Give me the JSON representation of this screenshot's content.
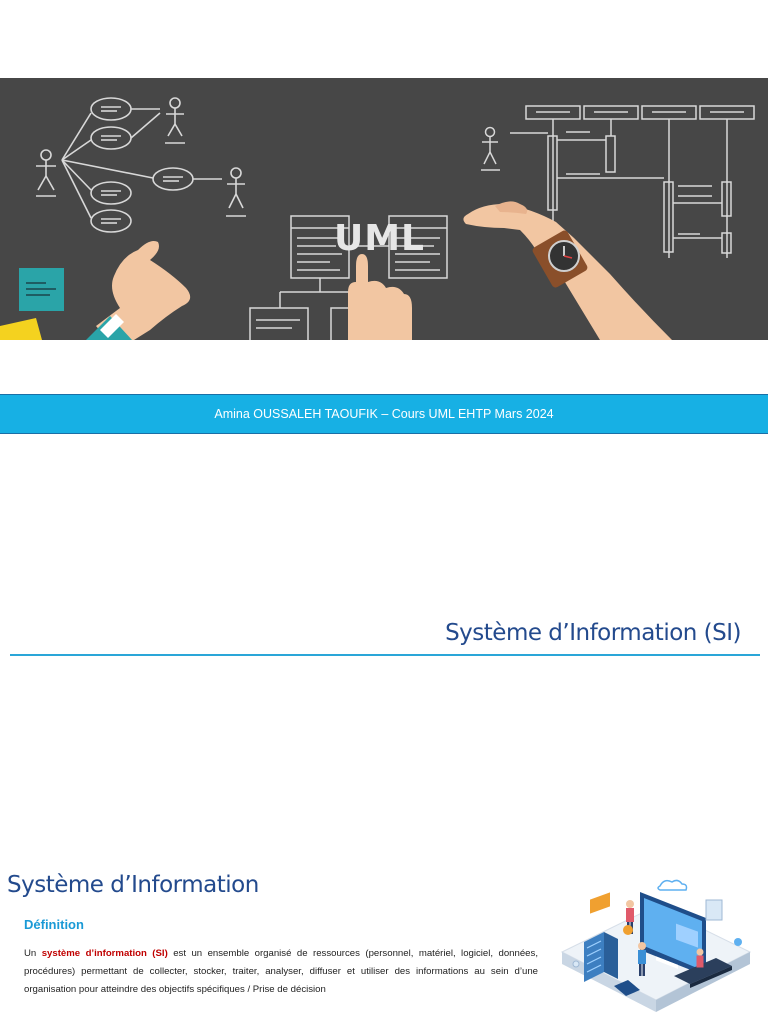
{
  "banner": {
    "title": "UML"
  },
  "footer": {
    "text": "Amina OUSSALEH TAOUFIK – Cours UML EHTP Mars 2024"
  },
  "section": {
    "title": "Système d’Information (SI)"
  },
  "slide": {
    "title": "Système d’Information",
    "definition_heading": "Définition",
    "definition_prefix": "Un ",
    "definition_term": "système d’information (SI)",
    "definition_rest": " est un ensemble organisé de ressources (personnel, matériel, logiciel, données, procédures) permettant de collecter, stocker, traiter, analyser, diffuser et utiliser des informations au sein d’une organisation pour atteindre des objectifs spécifiques / Prise de décision"
  },
  "colors": {
    "banner_bg": "#474747",
    "footer_bar": "#17b0e4",
    "title_blue": "#234a8d",
    "heading_cyan": "#1a9ad6",
    "highlight_red": "#c00000"
  }
}
